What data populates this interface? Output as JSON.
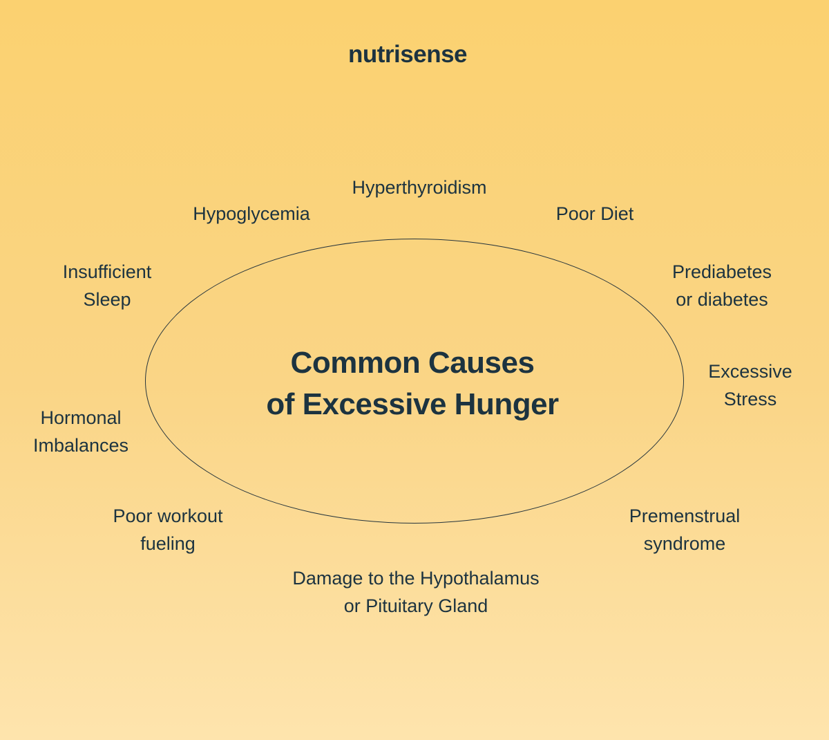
{
  "brand": {
    "logo_text": "nutrisense"
  },
  "title": {
    "line1": "Common Causes",
    "line2": "of Excessive Hunger"
  },
  "causes": [
    {
      "id": "hyperthyroidism",
      "label": "Hyperthyroidism"
    },
    {
      "id": "hypoglycemia",
      "label": "Hypoglycemia"
    },
    {
      "id": "poor-diet",
      "label": "Poor Diet"
    },
    {
      "id": "insufficient-sleep",
      "label": "Insufficient\nSleep"
    },
    {
      "id": "prediabetes-or-diabetes",
      "label": "Prediabetes\nor diabetes"
    },
    {
      "id": "hormonal-imbalances",
      "label": "Hormonal\nImbalances"
    },
    {
      "id": "excessive-stress",
      "label": "Excessive\nStress"
    },
    {
      "id": "poor-workout-fueling",
      "label": "Poor workout\nfueling"
    },
    {
      "id": "premenstrual-syndrome",
      "label": "Premenstrual\nsyndrome"
    },
    {
      "id": "damage-to-hypothalamus-or-pituitary-gland",
      "label": "Damage to the Hypothalamus\nor Pituitary Gland"
    }
  ],
  "colors": {
    "text": "#1c3340",
    "ellipse_stroke": "#25343c",
    "bg_top": "#fbd170",
    "bg_middle": "#fad586",
    "bg_bottom": "#fee4ad"
  }
}
